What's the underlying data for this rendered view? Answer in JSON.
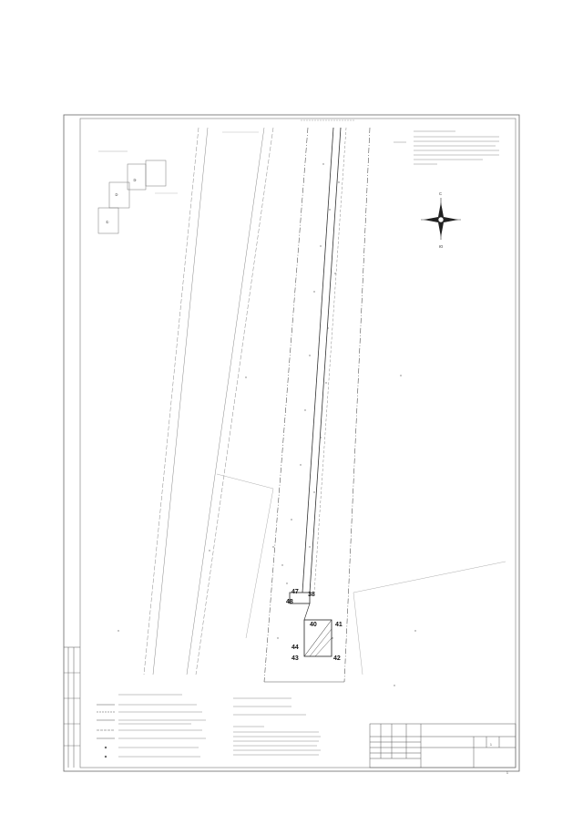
{
  "sheet": {
    "north_label": "С",
    "south_label": "Ю",
    "scheme_numbers": [
      "①",
      "②",
      "③"
    ],
    "plot_points": [
      "47",
      "38",
      "48",
      "40",
      "41",
      "44",
      "43",
      "42"
    ],
    "sheet_number": "1",
    "title_cell": "1"
  }
}
